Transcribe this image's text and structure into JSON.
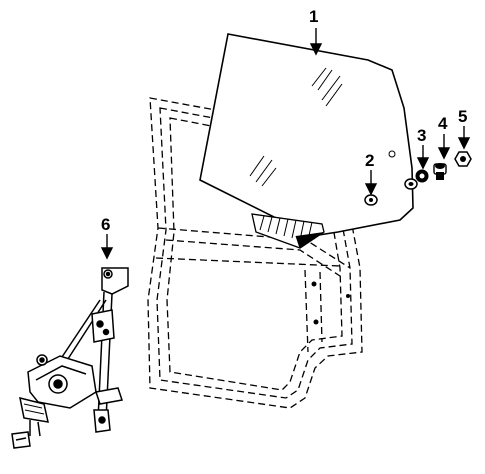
{
  "diagram": {
    "callouts": [
      {
        "id": "1",
        "label": "1",
        "part": "glass"
      },
      {
        "id": "2",
        "label": "2",
        "part": "glass-bolt"
      },
      {
        "id": "3",
        "label": "3",
        "part": "washer"
      },
      {
        "id": "4",
        "label": "4",
        "part": "bushing"
      },
      {
        "id": "5",
        "label": "5",
        "part": "nut"
      },
      {
        "id": "6",
        "label": "6",
        "part": "window-regulator"
      }
    ]
  }
}
